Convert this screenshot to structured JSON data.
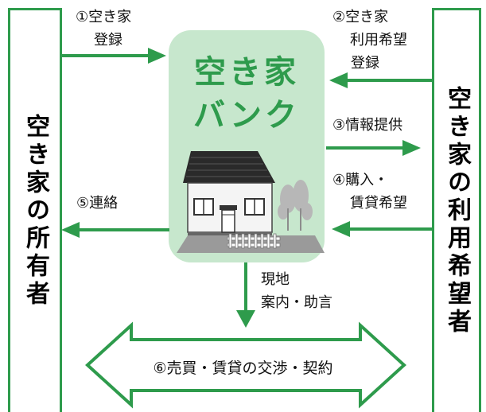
{
  "owner": {
    "label": "空き家の所有者"
  },
  "user": {
    "label": "空き家の利用希望者"
  },
  "bank": {
    "title_line1": "空き家",
    "title_line2": "バンク"
  },
  "steps": {
    "s1": {
      "line1": "①空き家",
      "line2": "登録"
    },
    "s2": {
      "line1": "②空き家",
      "line2": "利用希望",
      "line3": "登録"
    },
    "s3": {
      "line1": "③情報提供"
    },
    "s4": {
      "line1": "④購入・",
      "line2": "賃貸希望"
    },
    "s5": {
      "line1": "⑤連絡"
    },
    "s6": {
      "line1": "⑥売買・賃貸の交渉・契約"
    },
    "visit": {
      "line1": "現地",
      "line2": "案内・助言"
    }
  },
  "colors": {
    "accent": "#2e9b4c",
    "bank_bg": "#c7e7cd"
  }
}
